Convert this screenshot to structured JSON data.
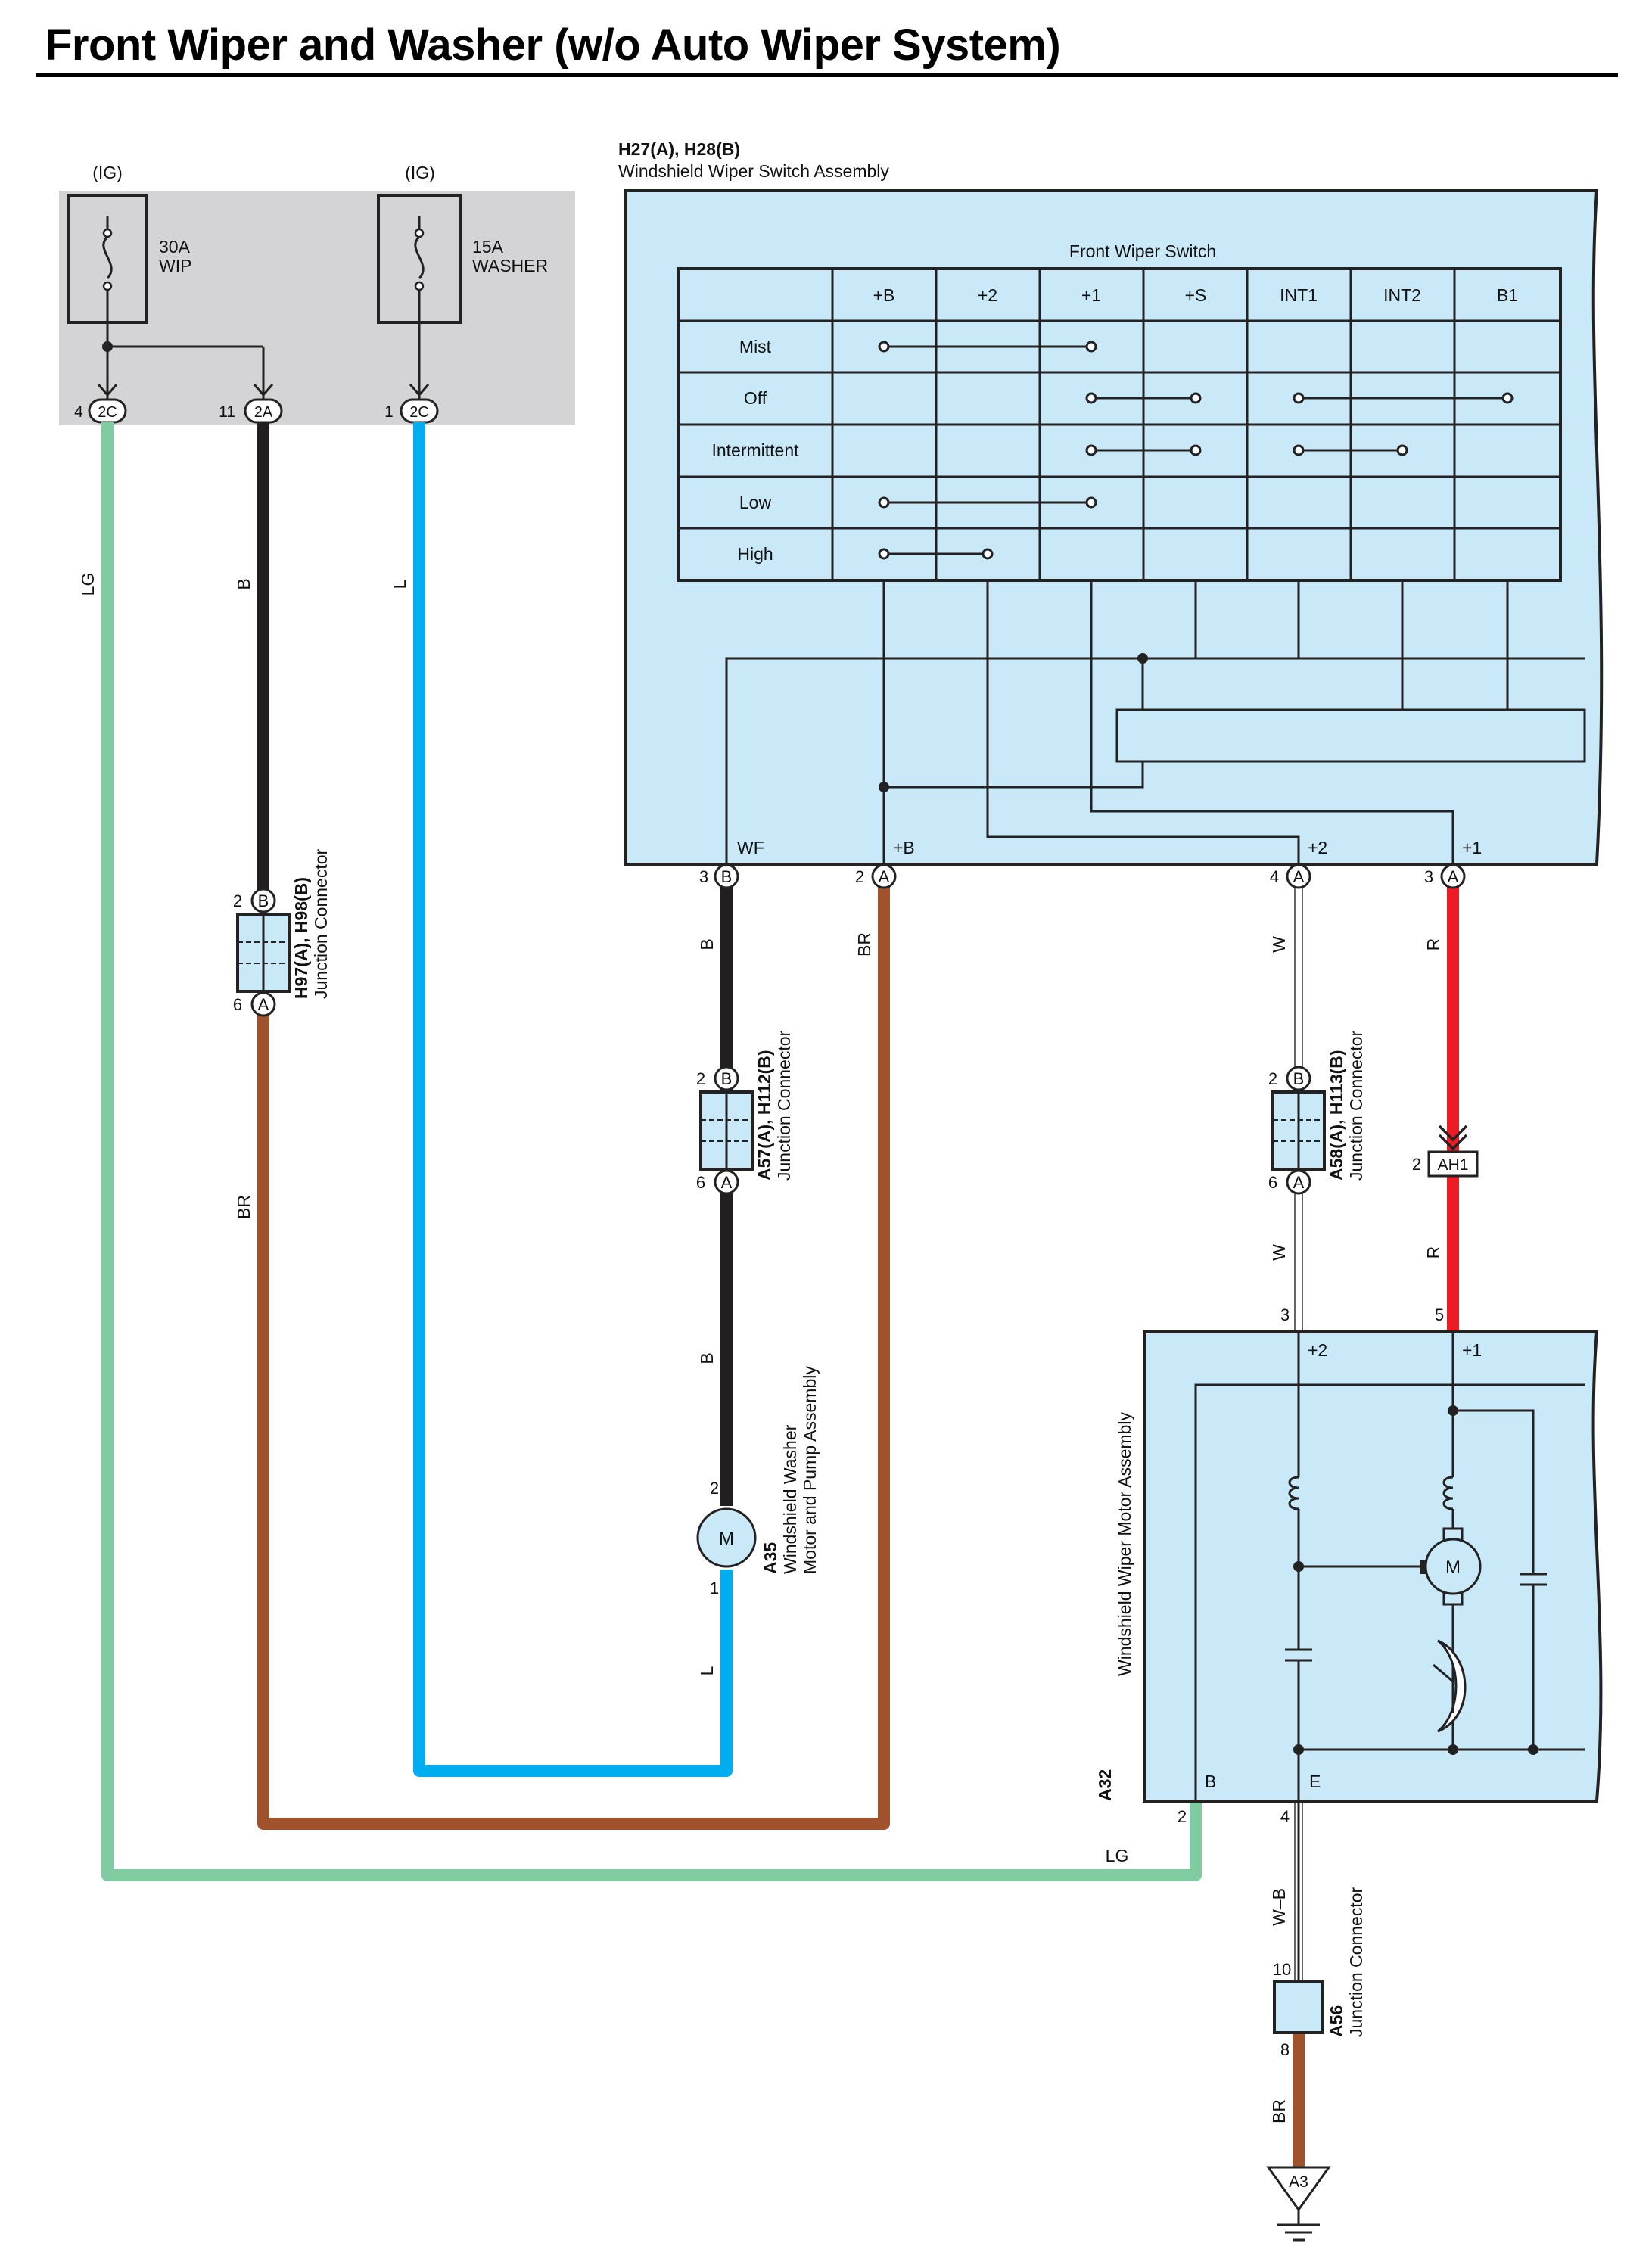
{
  "title": "Front Wiper and Washer (w/o Auto Wiper System)",
  "colors": {
    "LG": "#7fcca0",
    "B": "#231f20",
    "L": "#00adef",
    "BR": "#a0522d",
    "W": "#ffffff",
    "R": "#ed1c24",
    "component_fill": "#c9e8f8",
    "fuse_box_fill": "#d4d4d6"
  },
  "fuses": [
    {
      "source": "(IG)",
      "rating": "30A",
      "name": "WIP"
    },
    {
      "source": "(IG)",
      "rating": "15A",
      "name": "WASHER"
    }
  ],
  "fuse_connectors": [
    {
      "pin": "4",
      "code": "2C"
    },
    {
      "pin": "11",
      "code": "2A"
    },
    {
      "pin": "1",
      "code": "2C"
    }
  ],
  "switch_assembly": {
    "ref": "H27(A), H28(B)",
    "name": "Windshield Wiper Switch Assembly",
    "table_title": "Front Wiper Switch",
    "columns": [
      "+B",
      "+2",
      "+1",
      "+S",
      "INT1",
      "INT2",
      "B1"
    ],
    "rows": [
      "Mist",
      "Off",
      "Intermittent",
      "Low",
      "High"
    ],
    "terminals": [
      {
        "label": "WF",
        "pin": "3",
        "conn": "B"
      },
      {
        "label": "+B",
        "pin": "2",
        "conn": "A"
      },
      {
        "label": "+2",
        "pin": "4",
        "conn": "A"
      },
      {
        "label": "+1",
        "pin": "3",
        "conn": "A"
      }
    ]
  },
  "junction_h97": {
    "ref": "H97(A), H98(B)",
    "name": "Junction Connector",
    "pin_top": "2",
    "conn_top": "B",
    "pin_bottom": "6",
    "conn_bottom": "A"
  },
  "junction_a57": {
    "ref": "A57(A), H112(B)",
    "name": "Junction Connector",
    "pin_top": "2",
    "conn_top": "B",
    "pin_bottom": "6",
    "conn_bottom": "A"
  },
  "junction_a58": {
    "ref": "A58(A), H113(B)",
    "name": "Junction Connector",
    "pin_top": "2",
    "conn_top": "B",
    "pin_bottom": "6",
    "conn_bottom": "A"
  },
  "ah1": {
    "code": "AH1",
    "pin": "2"
  },
  "washer_motor": {
    "ref": "A35",
    "name_line1": "Windshield Washer",
    "name_line2": "Motor and Pump Assembly",
    "pin_top": "2",
    "pin_bottom": "1",
    "symbol": "M"
  },
  "wiper_motor": {
    "ref": "A32",
    "name": "Windshield Wiper Motor Assembly",
    "symbol": "M",
    "terminals": [
      {
        "label": "+2",
        "pin": "3"
      },
      {
        "label": "+1",
        "pin": "5"
      },
      {
        "label": "B",
        "pin": "2"
      },
      {
        "label": "E",
        "pin": "4"
      }
    ]
  },
  "junction_a56": {
    "ref": "A56",
    "name": "Junction Connector",
    "pin_top": "10",
    "pin_bottom": "8"
  },
  "ground": {
    "code": "A3"
  },
  "wire_labels": {
    "lg": "LG",
    "b": "B",
    "l": "L",
    "br": "BR",
    "w": "W",
    "r": "R",
    "w_b": "W–B"
  }
}
